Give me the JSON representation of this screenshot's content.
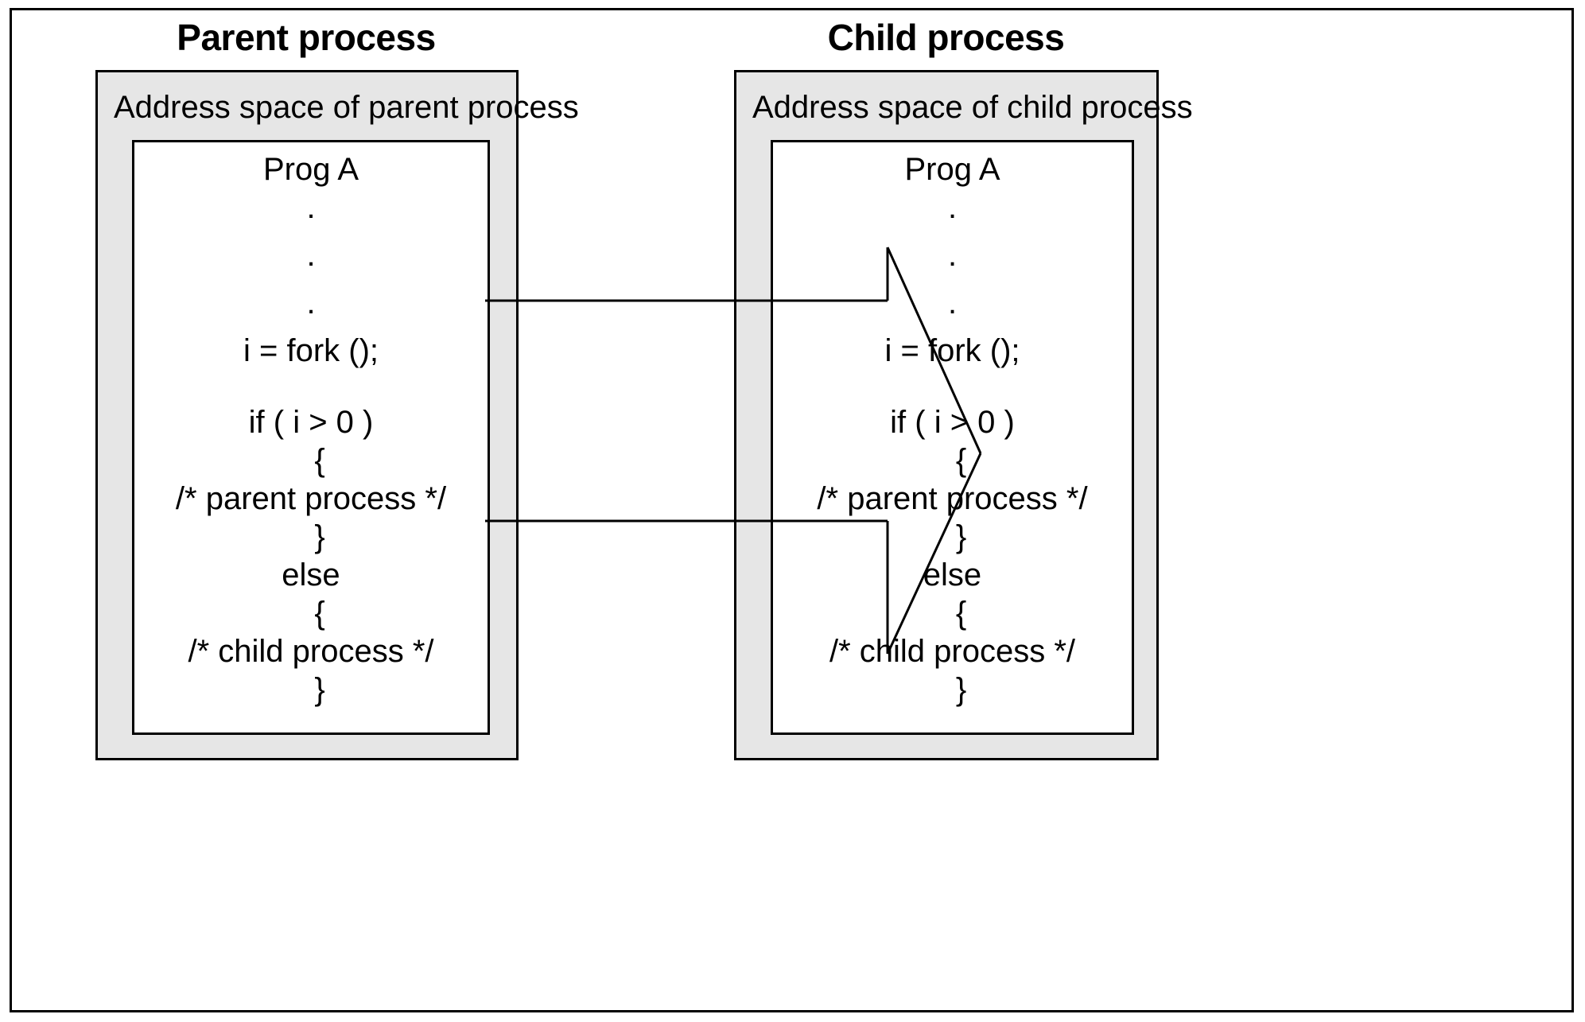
{
  "diagram": {
    "title_parent": "Parent process",
    "title_child": "Child process",
    "parent": {
      "address_space_label": "Address space of parent process",
      "program": [
        "Prog A",
        ".",
        ".",
        ".",
        "i = fork ();",
        "",
        "if ( i > 0 )",
        "  {",
        "/* parent process */",
        "  }",
        "else",
        "  {",
        "/* child process */",
        "  }"
      ]
    },
    "child": {
      "address_space_label": "Address space of child process",
      "program": [
        "Prog A",
        ".",
        ".",
        ".",
        "i = fork ();",
        "",
        "if ( i > 0 )",
        "  {",
        "/* parent process */",
        "  }",
        "else",
        "  {",
        "/* child process */",
        "  }"
      ]
    },
    "arrow": {
      "label": "fork-copy-arrow",
      "direction": "left-to-right"
    },
    "colors": {
      "address_space_fill": "#e6e6e6",
      "program_fill": "#ffffff",
      "stroke": "#000000"
    }
  }
}
